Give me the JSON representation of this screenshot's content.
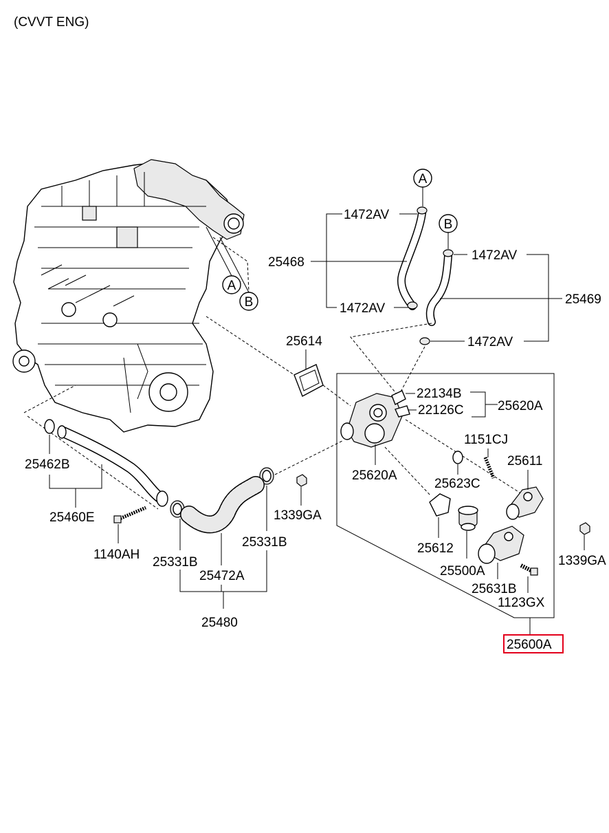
{
  "header": {
    "engine_note": "(CVVT ENG)"
  },
  "markers": {
    "a": "A",
    "b": "B"
  },
  "labels": {
    "p1472av_1": "1472AV",
    "p1472av_2": "1472AV",
    "p1472av_3": "1472AV",
    "p1472av_4": "1472AV",
    "p25468": "25468",
    "p25469": "25469",
    "p25614": "25614",
    "p22134b": "22134B",
    "p22126c": "22126C",
    "p25620a_right": "25620A",
    "p25620a_body": "25620A",
    "p1151cj": "1151CJ",
    "p25611": "25611",
    "p25623c": "25623C",
    "p25612": "25612",
    "p25500a": "25500A",
    "p25631b": "25631B",
    "p1123gx": "1123GX",
    "p1339ga_1": "1339GA",
    "p1339ga_2": "1339GA",
    "p25462b": "25462B",
    "p25460e": "25460E",
    "p1140ah": "1140AH",
    "p25331b_1": "25331B",
    "p25331b_2": "25331B",
    "p25472a": "25472A",
    "p25480": "25480",
    "p25600a": "25600A"
  },
  "highlight": {
    "part": "25600A",
    "color": "#e3001b"
  }
}
